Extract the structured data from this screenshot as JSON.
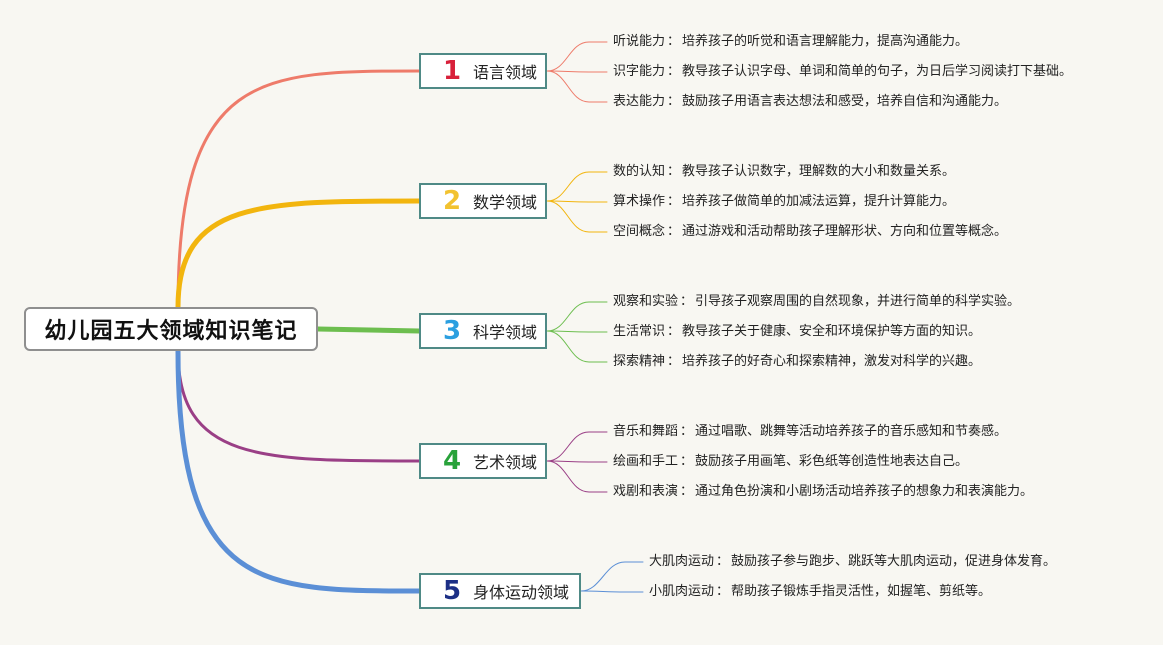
{
  "root": {
    "title": "幼儿园五大领域知识笔记"
  },
  "branches": [
    {
      "num": "1",
      "label": "语言领域",
      "color": "#ee7b6a",
      "num_color": "#d8203a",
      "leaves": [
        {
          "key": "听说能力",
          "text": "培养孩子的听觉和语言理解能力，提高沟通能力。"
        },
        {
          "key": "识字能力",
          "text": "教导孩子认识字母、单词和简单的句子，为日后学习阅读打下基础。"
        },
        {
          "key": "表达能力",
          "text": "鼓励孩子用语言表达想法和感受，培养自信和沟通能力。"
        }
      ]
    },
    {
      "num": "2",
      "label": "数学领域",
      "color": "#f2b50e",
      "num_color": "#f2c230",
      "leaves": [
        {
          "key": "数的认知",
          "text": "教导孩子认识数字，理解数的大小和数量关系。"
        },
        {
          "key": "算术操作",
          "text": "培养孩子做简单的加减法运算，提升计算能力。"
        },
        {
          "key": "空间概念",
          "text": "通过游戏和活动帮助孩子理解形状、方向和位置等概念。"
        }
      ]
    },
    {
      "num": "3",
      "label": "科学领域",
      "color": "#6dbe4f",
      "num_color": "#2b9fe0",
      "leaves": [
        {
          "key": "观察和实验",
          "text": "引导孩子观察周围的自然现象，并进行简单的科学实验。"
        },
        {
          "key": "生活常识",
          "text": "教导孩子关于健康、安全和环境保护等方面的知识。"
        },
        {
          "key": "探索精神",
          "text": "培养孩子的好奇心和探索精神，激发对科学的兴趣。"
        }
      ]
    },
    {
      "num": "4",
      "label": "艺术领域",
      "color": "#9a3f86",
      "num_color": "#28a23a",
      "leaves": [
        {
          "key": "音乐和舞蹈",
          "text": "通过唱歌、跳舞等活动培养孩子的音乐感知和节奏感。"
        },
        {
          "key": "绘画和手工",
          "text": "鼓励孩子用画笔、彩色纸等创造性地表达自己。"
        },
        {
          "key": "戏剧和表演",
          "text": "通过角色扮演和小剧场活动培养孩子的想象力和表演能力。"
        }
      ]
    },
    {
      "num": "5",
      "label": "身体运动领域",
      "color": "#5b8fd6",
      "num_color": "#1c2f86",
      "leaves": [
        {
          "key": "大肌肉运动",
          "text": "鼓励孩子参与跑步、跳跃等大肌肉运动，促进身体发育。"
        },
        {
          "key": "小肌肉运动",
          "text": "帮助孩子锻炼手指灵活性，如握笔、剪纸等。"
        }
      ]
    }
  ]
}
